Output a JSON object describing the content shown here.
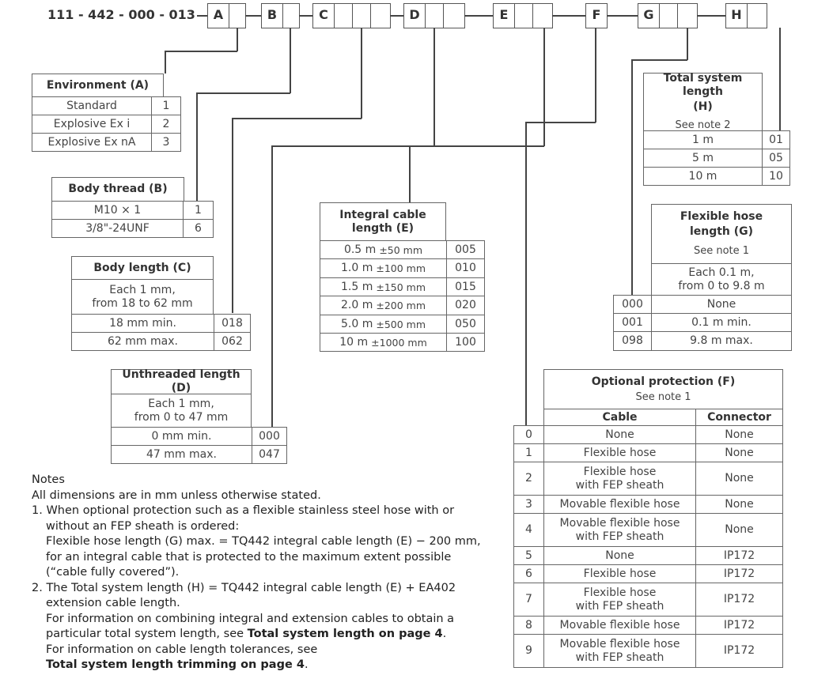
{
  "part_number_prefix": "111 - 442 - 000 - 013",
  "code_letters": [
    "A",
    "B",
    "C",
    "D",
    "E",
    "F",
    "G",
    "H"
  ],
  "environment": {
    "title": "Environment (A)",
    "rows": [
      [
        "Standard",
        "1"
      ],
      [
        "Explosive Ex i",
        "2"
      ],
      [
        "Explosive Ex nA",
        "3"
      ]
    ]
  },
  "body_thread": {
    "title": "Body thread (B)",
    "rows": [
      [
        "M10 × 1",
        "1"
      ],
      [
        "3/8\"-24UNF",
        "6"
      ]
    ]
  },
  "body_length": {
    "title": "Body length (C)",
    "desc_1": "Each 1 mm,",
    "desc_2": "from 18 to 62 mm",
    "rows": [
      [
        "18 mm min.",
        "018"
      ],
      [
        "62 mm max.",
        "062"
      ]
    ]
  },
  "unthreaded_length": {
    "title": "Unthreaded length (D)",
    "desc_1": "Each 1 mm,",
    "desc_2": "from 0 to 47 mm",
    "rows": [
      [
        "0 mm min.",
        "000"
      ],
      [
        "47 mm max.",
        "047"
      ]
    ]
  },
  "integral_cable": {
    "title_1": "Integral cable",
    "title_2": "length (E)",
    "rows": [
      [
        "0.5 m",
        "±50 mm",
        "005"
      ],
      [
        "1.0 m",
        "±100 mm",
        "010"
      ],
      [
        "1.5 m",
        "±150 mm",
        "015"
      ],
      [
        "2.0 m",
        "±200 mm",
        "020"
      ],
      [
        "5.0 m",
        "±500 mm",
        "050"
      ],
      [
        "10 m",
        "±1000 mm",
        "100"
      ]
    ]
  },
  "total_length": {
    "title_1": "Total system length",
    "title_2": "(H)",
    "note": "See note 2",
    "rows": [
      [
        "1 m",
        "01"
      ],
      [
        "5 m",
        "05"
      ],
      [
        "10 m",
        "10"
      ]
    ]
  },
  "flex_hose": {
    "title_1": "Flexible hose",
    "title_2": "length (G)",
    "note": "See note 1",
    "desc_1": "Each 0.1 m,",
    "desc_2": "from 0 to 9.8 m",
    "rows": [
      [
        "000",
        "None"
      ],
      [
        "001",
        "0.1 m min."
      ],
      [
        "098",
        "9.8 m max."
      ]
    ]
  },
  "optional_protection": {
    "title": "Optional protection (F)",
    "note": "See note 1",
    "col_cable": "Cable",
    "col_connector": "Connector",
    "rows": [
      [
        "0",
        "None",
        "",
        "None"
      ],
      [
        "1",
        "Flexible hose",
        "",
        "None"
      ],
      [
        "2",
        "Flexible hose",
        "with FEP sheath",
        "None"
      ],
      [
        "3",
        "Movable flexible hose",
        "",
        "None"
      ],
      [
        "4",
        "Movable flexible hose",
        "with FEP sheath",
        "None"
      ],
      [
        "5",
        "None",
        "",
        "IP172"
      ],
      [
        "6",
        "Flexible hose",
        "",
        "IP172"
      ],
      [
        "7",
        "Flexible hose",
        "with FEP sheath",
        "IP172"
      ],
      [
        "8",
        "Movable flexible hose",
        "",
        "IP172"
      ],
      [
        "9",
        "Movable flexible hose",
        "with FEP sheath",
        "IP172"
      ]
    ]
  },
  "notes": {
    "heading": "Notes",
    "line_0": "All dimensions are in mm unless otherwise stated.",
    "n1_a": "1. When optional protection such as a flexible stainless steel hose with or",
    "n1_b": "without an FEP sheath is ordered:",
    "n1_c": "Flexible hose length (G) max. = TQ442 integral cable length (E) − 200 mm,",
    "n1_d": "for an integral cable that is protected to the maximum extent possible",
    "n1_e": "(“cable fully covered”).",
    "n2_a": "2. The Total system length (H) = TQ442 integral cable length (E) + EA402",
    "n2_b": "extension cable length.",
    "n2_c": "For information on combining integral and extension cables to obtain a",
    "n2_d_pre": "particular total system length, see ",
    "n2_d_bold": "Total system length on page 4",
    "n2_d_post": ".",
    "n2_e": "For information on cable length tolerances, see",
    "n2_f_bold": "Total system length trimming on page 4",
    "n2_f_post": "."
  }
}
